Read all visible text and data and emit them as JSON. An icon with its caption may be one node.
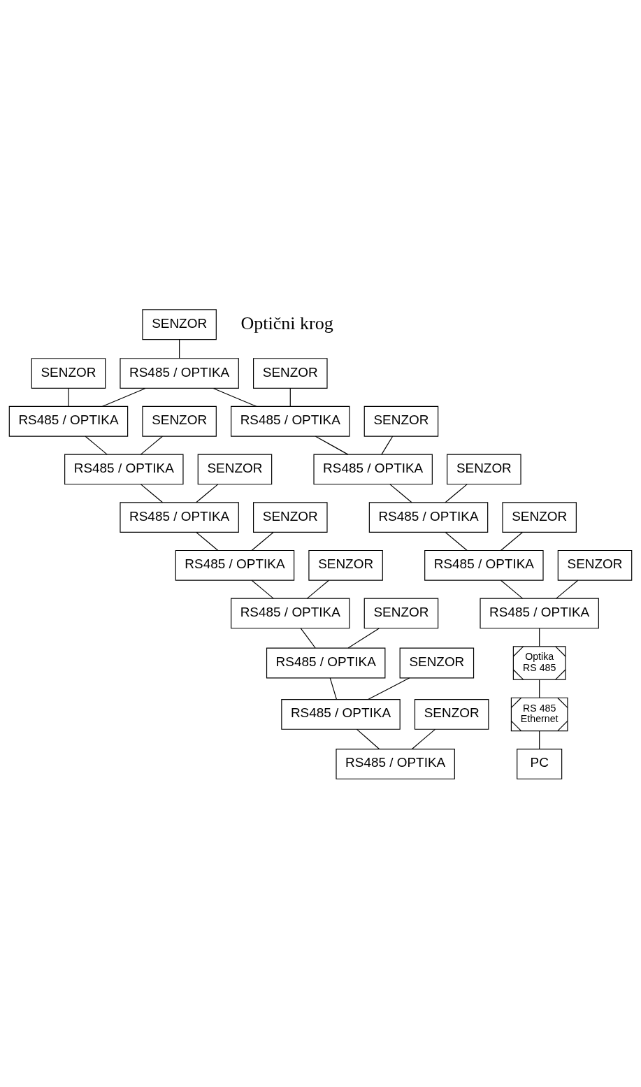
{
  "diagram": {
    "nodes": [
      {
        "text": [
          "SENZOR"
        ]
      },
      {
        "text": [
          "SENZOR"
        ]
      },
      {
        "text": [
          "RS485 / OPTIKA"
        ]
      },
      {
        "text": [
          "RS485 / OPTIKA"
        ]
      },
      {
        "text": [
          "SENZOR"
        ]
      },
      {
        "text": [
          "RS485 / OPTIKA"
        ]
      },
      {
        "text": [
          "RS485 / OPTIKA"
        ]
      },
      {
        "text": [
          "SENZOR"
        ]
      },
      {
        "text": [
          "SENZOR"
        ]
      },
      {
        "text": [
          "RS485 / OPTIKA"
        ]
      },
      {
        "text": [
          "RS485 / OPTIKA"
        ]
      },
      {
        "text": [
          "SENZOR"
        ]
      },
      {
        "text": [
          "SENZOR"
        ]
      },
      {
        "text": [
          "RS485 / OPTIKA"
        ]
      },
      {
        "text": [
          "RS485 / OPTIKA"
        ]
      },
      {
        "text": [
          "RS485 / OPTIKA"
        ]
      },
      {
        "text": [
          "SENZOR"
        ]
      },
      {
        "text": [
          "SENZOR"
        ]
      },
      {
        "text": [
          "RS485 / OPTIKA"
        ]
      },
      {
        "text": [
          "SENZOR"
        ]
      },
      {
        "text": [
          "RS485 / OPTIKA"
        ]
      },
      {
        "text": [
          "RS485 / OPTIKA"
        ]
      },
      {
        "text": [
          "SENZOR"
        ]
      },
      {
        "text": [
          "SENZOR"
        ]
      },
      {
        "text": [
          "RS485 / OPTIKA"
        ]
      },
      {
        "text": [
          "RS485 / OPTIKA"
        ]
      },
      {
        "text": [
          "SENZOR"
        ]
      },
      {
        "text": [
          "SENZOR"
        ]
      },
      {
        "text": [
          "Optika",
          "RS 485"
        ]
      },
      {
        "text": [
          "RS 485",
          "Ethernet"
        ]
      },
      {
        "text": [
          "PC"
        ]
      }
    ],
    "edges": [
      {
        "from": 0,
        "to": 2,
        "arrow": "none"
      },
      {
        "from": 1,
        "to": 3,
        "arrow": "none"
      },
      {
        "from": 2,
        "to": 3,
        "arrow": "none"
      },
      {
        "from": 2,
        "to": 5,
        "arrow": "none"
      },
      {
        "from": 3,
        "to": 6,
        "arrow": "none"
      },
      {
        "from": 4,
        "to": 6,
        "arrow": "none"
      },
      {
        "from": 7,
        "to": 5,
        "arrow": "none"
      },
      {
        "from": 5,
        "to": 9,
        "arrow": "none"
      },
      {
        "from": 6,
        "to": 10,
        "arrow": "none"
      },
      {
        "from": 8,
        "to": 10,
        "arrow": "none"
      },
      {
        "from": 11,
        "to": 9,
        "arrow": "none"
      },
      {
        "from": 10,
        "to": 13,
        "arrow": "none"
      },
      {
        "from": 12,
        "to": 13,
        "arrow": "none"
      },
      {
        "from": 9,
        "to": 14,
        "arrow": "none"
      },
      {
        "from": 13,
        "to": 15,
        "arrow": "none"
      },
      {
        "from": 16,
        "to": 15,
        "arrow": "none"
      },
      {
        "from": 17,
        "to": 14,
        "arrow": "none"
      },
      {
        "from": 15,
        "to": 18,
        "arrow": "none"
      },
      {
        "from": 19,
        "to": 18,
        "arrow": "none"
      },
      {
        "from": 14,
        "to": 20,
        "arrow": "none"
      },
      {
        "from": 18,
        "to": 21,
        "arrow": "none"
      },
      {
        "from": 22,
        "to": 20,
        "arrow": "none"
      },
      {
        "from": 23,
        "to": 21,
        "arrow": "none"
      },
      {
        "from": 21,
        "to": 24,
        "arrow": "none"
      },
      {
        "from": 20,
        "to": 25,
        "arrow": "none"
      },
      {
        "from": 26,
        "to": 24,
        "arrow": "none"
      },
      {
        "from": 27,
        "to": 25,
        "arrow": "none"
      },
      {
        "from": 25,
        "to": 28,
        "arrow": "none"
      },
      {
        "from": 28,
        "to": 29,
        "arrow": "none"
      },
      {
        "from": 29,
        "to": 30,
        "arrow": "none"
      }
    ],
    "labels": [
      "Optični krog"
    ]
  }
}
